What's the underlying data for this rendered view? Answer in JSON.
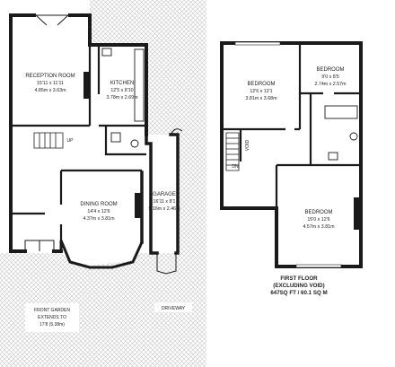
{
  "colors": {
    "wall": "#1a1a1a",
    "hatch": "#c8c8c8",
    "paper": "#ffffff",
    "text": "#222222"
  },
  "ground_floor": {
    "reception_room": {
      "name": "RECEPTION ROOM",
      "dims_imperial": "15'11 x 11'11",
      "dims_metric": "4.85m x 3.63m"
    },
    "kitchen": {
      "name": "KITCHEN",
      "dims_imperial": "12'5 x 8'10",
      "dims_metric": "3.78m x 2.69m"
    },
    "dining_room": {
      "name": "DINING ROOM",
      "dims_imperial": "14'4 x 12'6",
      "dims_metric": "4.37m x 3.81m"
    },
    "garage": {
      "name": "GARAGE",
      "dims_imperial": "16'11 x 8'1",
      "dims_metric": "5.16m x 2.46m"
    },
    "stairs_label": "UP",
    "front_garden": {
      "line1": "FRONT GARDEN",
      "line2": "EXTENDS TO",
      "line3": "17'8 (5.38m)"
    },
    "driveway": "DRIVEWAY"
  },
  "first_floor": {
    "bedroom_1": {
      "name": "BEDROOM",
      "dims_imperial": "12'6 x 12'1",
      "dims_metric": "3.81m x 3.68m"
    },
    "bedroom_2": {
      "name": "BEDROOM",
      "dims_imperial": "9'0 x 8'5",
      "dims_metric": "2.74m x 2.57m"
    },
    "bedroom_3": {
      "name": "BEDROOM",
      "dims_imperial": "15'0 x 12'6",
      "dims_metric": "4.57m x 3.81m"
    },
    "void_label": "VOID",
    "stairs_label": "DN",
    "caption": {
      "line1": "FIRST FLOOR",
      "line2": "(EXCLUDING VOID)",
      "line3": "647SQ FT / 60.1 SQ M"
    }
  }
}
